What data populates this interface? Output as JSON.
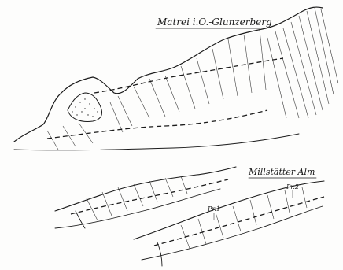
{
  "figure": {
    "top_section": {
      "title": "Matrei i.O.-Glunzerberg"
    },
    "bottom_section": {
      "title": "Millstätter Alm",
      "markers": [
        "Pr.1",
        "Pr.2"
      ]
    }
  },
  "colors": {
    "ink": "#1b1b1b",
    "paper": "#fdfdfc"
  }
}
